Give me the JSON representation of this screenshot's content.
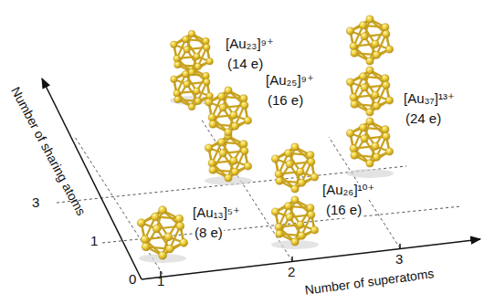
{
  "diagram": {
    "labels": [
      "Number of sharing atoms",
      "Number of superatoms",
      "0",
      "1",
      "2",
      "3",
      "1",
      "3",
      "[Au₂₃]⁹⁺",
      "(14 e)",
      "[Au₂₅]⁹⁺",
      "(16 e)",
      "[Au₃₇]¹³⁺",
      "(24 e)",
      "[Au₂₆]¹⁰⁺",
      "(16 e)",
      "[Au₁₃]⁵⁺",
      "(8 e)"
    ]
  }
}
